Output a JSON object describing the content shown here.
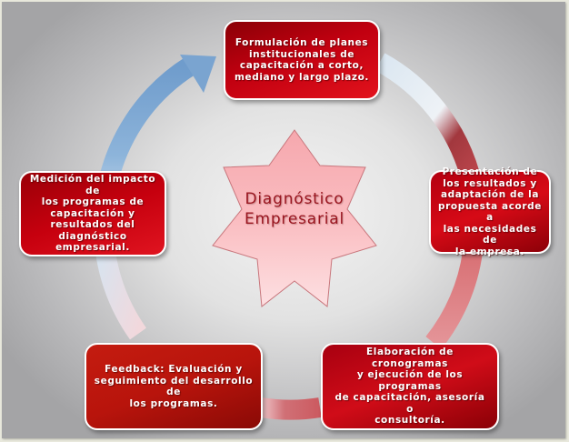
{
  "diagram": {
    "type": "cycle",
    "center": {
      "label": "Diagnóstico\nEmpresarial",
      "shape": "seven-point-star",
      "fill": "#f8b8bc",
      "text_color": "#9a1620"
    },
    "steps": [
      {
        "position": "top",
        "label": "Formulación de planes\ninstitucionales de\ncapacitación a corto,\nmediano y largo plazo."
      },
      {
        "position": "right",
        "label": "Presentación de\nlos resultados y\nadaptación de la\npropuesta acorde a\nlas necesidades de\nla empresa."
      },
      {
        "position": "bottom-right",
        "label": "Elaboración de cronogramas\ny ejecución de los programas\nde capacitación, asesoría o\nconsultoría."
      },
      {
        "position": "bottom-left",
        "label": "Feedback: Evaluación y\nseguimiento del desarrollo de\nlos programas."
      },
      {
        "position": "left",
        "label": "Medición del impacto de\nlos programas de\ncapacitación y\nresultados del\ndiagnóstico\nempresarial."
      }
    ],
    "arrow": {
      "direction": "clockwise",
      "colors": {
        "blue": "#6f9ccc",
        "light": "#dce8f2",
        "red": "#c8585e",
        "pink": "#e28488"
      }
    },
    "box_color": "#c8000e",
    "box_border": "#ffffff"
  }
}
